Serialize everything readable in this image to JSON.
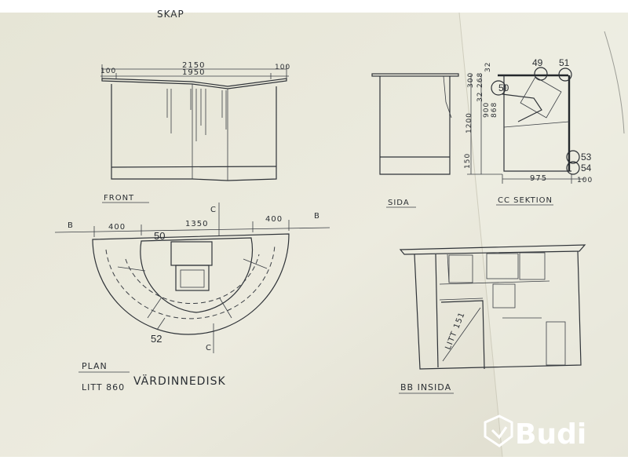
{
  "top_cut_text": "SKAP",
  "front": {
    "label": "FRONT",
    "dim_overall": "2150",
    "dim_inner": "1950",
    "dim_left": "100",
    "dim_right": "100"
  },
  "side": {
    "label": "SIDA",
    "dim_height": "1200",
    "dim_900": "900",
    "dim_868": "868",
    "dim_300": "300",
    "dim_268": "268",
    "dim_32a": "32",
    "dim_32b": "32",
    "dim_150": "150"
  },
  "section_cc": {
    "label": "CC SEKTION",
    "callout_49": "49",
    "callout_51": "51",
    "callout_50": "50",
    "callout_53": "53",
    "callout_54": "54",
    "dim_width": "975",
    "dim_100": "100"
  },
  "plan": {
    "label": "PLAN",
    "title_prefix": "LITT 860",
    "title": "VÄRDINNEDISK",
    "dim_left": "400",
    "dim_center": "1350",
    "dim_right": "400",
    "section_marker_left": "B",
    "section_marker_right": "B",
    "section_marker_top": "C",
    "section_marker_bottom": "C",
    "callout_50": "50",
    "callout_52": "52"
  },
  "inside_bb": {
    "label": "BB  INSIDA",
    "drawer_note": "LITT 151"
  },
  "watermark": {
    "text": "Budi",
    "icon": "budi-logo-icon"
  },
  "colors": {
    "paper": "#e9e7d9",
    "ink": "#2a2e33",
    "watermark": "#ffffff"
  }
}
